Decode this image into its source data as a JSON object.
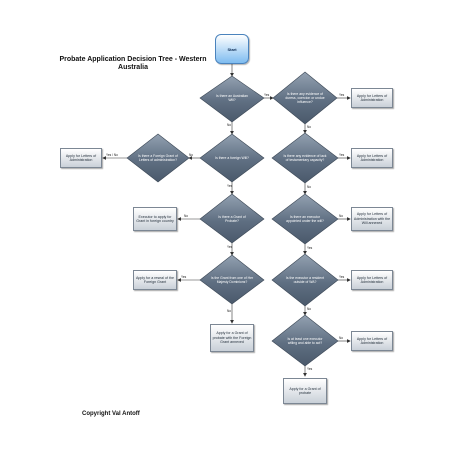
{
  "title": "Probate Application Decision Tree  -  Western Australia",
  "copyright": "Copyright Val Antoff",
  "start": "Start",
  "questions": {
    "q1": "Is there an Australian Will?",
    "q2": "Is there a foreign Will?",
    "q3": "Is there a Grant of Probate?",
    "q4": "Is the Grant from one of Her Majesty Dominions?",
    "q5": "Is there any evidence of duress, coercion or undue influence?",
    "q6": "Is there any evidence of lack of testamentary capacity?",
    "q7": "Is there an executor appointed under the will?",
    "q8": "Is the executor a resident outside of WA?",
    "q9": "Is at least one executor willing and able to act?",
    "q10": "Is there a Foreign Grant of Letters of administration?"
  },
  "outcomes": {
    "o1": "Apply for Letters of Administration",
    "o2": "Apply for Letters of Administration",
    "o3": "Apply for Letters of Administration with the Will annexed",
    "o4": "Apply for Letters of Administration",
    "o5": "Apply for Letters of Administration",
    "o6": "Apply for Letters of Administration",
    "o7": "Executor to apply for Grant in foreign country",
    "o8": "Apply for a reseal of the Foreign Grant",
    "o9": "Apply for a Grant of probate with the Foreign Grant annexed",
    "o10": "Apply for a Grant of probate"
  },
  "edge_labels": {
    "yes": "Yes",
    "no": "No",
    "yes_no": "Yes / No"
  }
}
